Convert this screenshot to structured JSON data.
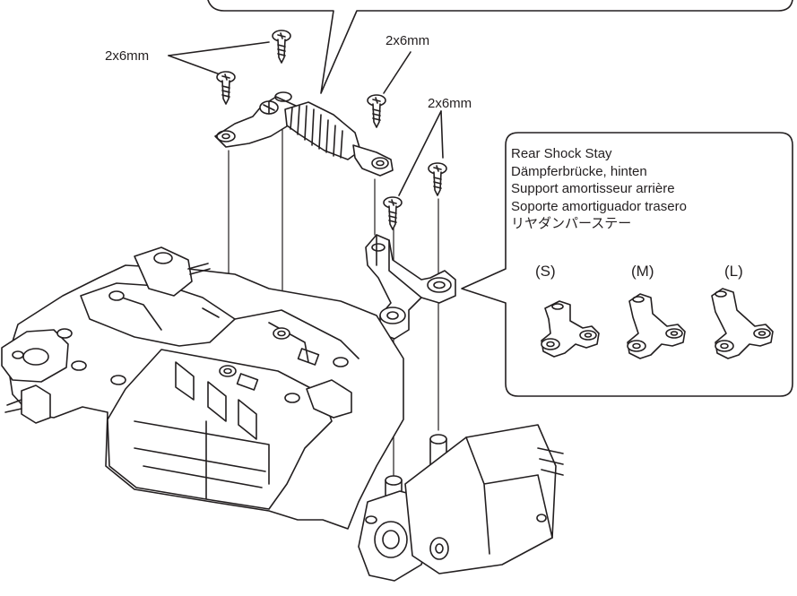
{
  "labels": {
    "screw_size_1": "2x6mm",
    "screw_size_2": "2x6mm",
    "screw_size_3": "2x6mm"
  },
  "callout": {
    "lines": [
      "Rear Shock Stay",
      "Dämpferbrücke, hinten",
      "Support amortisseur arrière",
      "Soporte amortiguador trasero",
      "リヤダンパーステー"
    ],
    "variants": [
      "(S)",
      "(M)",
      "(L)"
    ]
  },
  "colors": {
    "line": "#231f20",
    "fill": "#ffffff",
    "shade": "#d9d9d9"
  }
}
